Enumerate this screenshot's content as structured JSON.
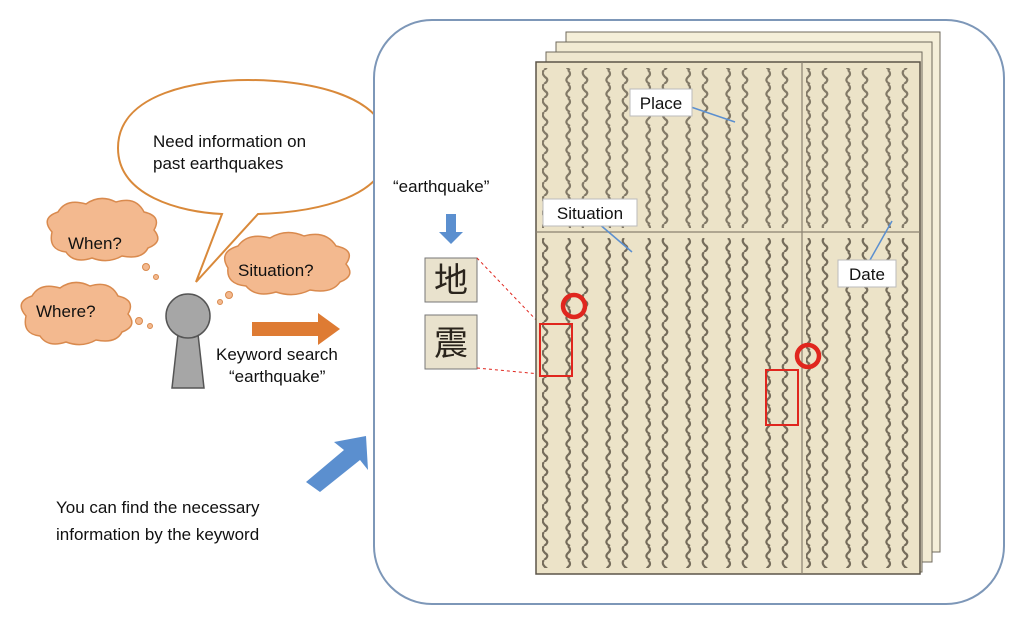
{
  "speech_bubble": {
    "line1": "Need information on",
    "line2": "past earthquakes"
  },
  "clouds": {
    "when": "When?",
    "where": "Where?",
    "situation": "Situation?"
  },
  "keyword_search": {
    "line1": "Keyword search",
    "line2": "“earthquake”"
  },
  "query_label": "“earthquake”",
  "glyphs": {
    "first": "地",
    "second": "震"
  },
  "document_labels": {
    "place": "Place",
    "situation": "Situation",
    "date": "Date"
  },
  "result_text": {
    "line1": "You can find the necessary",
    "line2": "information by the keyword"
  },
  "colors": {
    "bubble_stroke": "#d9893a",
    "cloud_fill": "#f3b98f",
    "cloud_stroke": "#d98a4e",
    "arrow_orange": "#de7b33",
    "arrow_blue": "#5b8fcf",
    "frame_stroke": "#7d97b8",
    "paper": "#efe7cf",
    "highlight_red": "#e0261e"
  }
}
